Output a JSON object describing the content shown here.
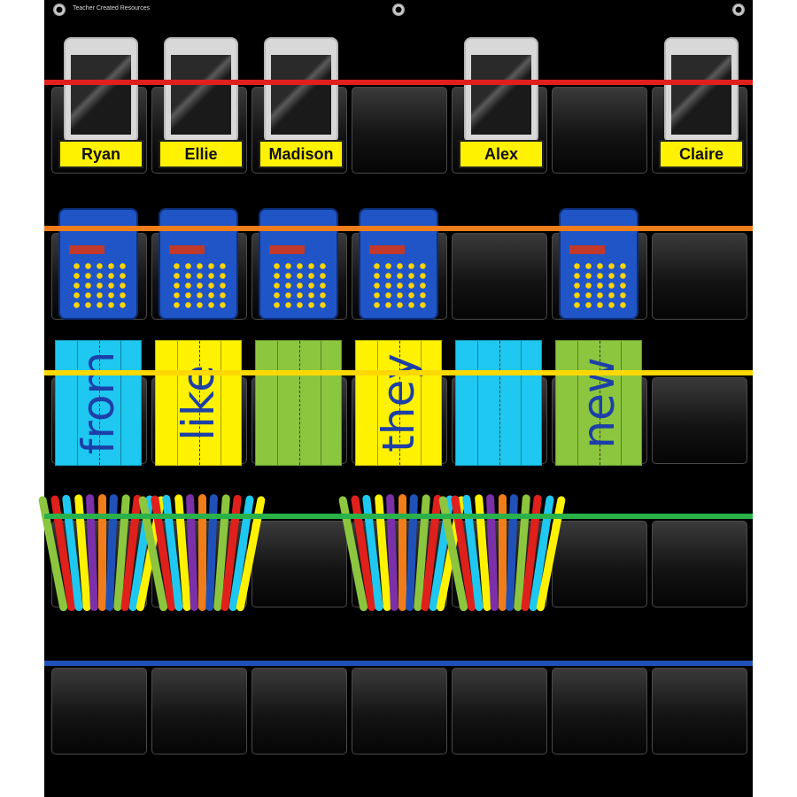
{
  "brand": "Teacher Created Resources",
  "colors": {
    "background": "#000000",
    "strip_red": "#e0201b",
    "strip_orange": "#f07d1a",
    "strip_yellow": "#ffd800",
    "strip_green": "#2ab24a",
    "strip_blue": "#2051b8",
    "card_yellow": "#fff200",
    "word_blue": "#1c3fa8"
  },
  "rows": [
    {
      "strip_color": "strip_red",
      "items": [
        {
          "kind": "phone",
          "name": "Ryan"
        },
        {
          "kind": "phone",
          "name": "Ellie"
        },
        {
          "kind": "phone",
          "name": "Madison"
        },
        {
          "kind": "empty"
        },
        {
          "kind": "phone",
          "name": "Alex"
        },
        {
          "kind": "empty"
        },
        {
          "kind": "phone",
          "name": "Claire"
        }
      ]
    },
    {
      "strip_color": "strip_orange",
      "items": [
        {
          "kind": "calculator"
        },
        {
          "kind": "calculator"
        },
        {
          "kind": "calculator"
        },
        {
          "kind": "calculator"
        },
        {
          "kind": "empty"
        },
        {
          "kind": "calculator"
        },
        {
          "kind": "empty"
        }
      ]
    },
    {
      "strip_color": "strip_yellow",
      "items": [
        {
          "kind": "word_card",
          "word": "from",
          "card_color": "#1ec8f0"
        },
        {
          "kind": "word_card",
          "word": "like",
          "card_color": "#fff200"
        },
        {
          "kind": "word_card",
          "word": "",
          "card_color": "#8cc63f"
        },
        {
          "kind": "word_card",
          "word": "they",
          "card_color": "#fff200"
        },
        {
          "kind": "word_card",
          "word": "",
          "card_color": "#1ec8f0"
        },
        {
          "kind": "word_card",
          "word": "new",
          "card_color": "#8cc63f"
        },
        {
          "kind": "empty"
        }
      ]
    },
    {
      "strip_color": "strip_green",
      "items": [
        {
          "kind": "craft_sticks"
        },
        {
          "kind": "craft_sticks"
        },
        {
          "kind": "empty"
        },
        {
          "kind": "craft_sticks"
        },
        {
          "kind": "craft_sticks"
        },
        {
          "kind": "empty"
        },
        {
          "kind": "empty"
        }
      ]
    },
    {
      "strip_color": "strip_blue",
      "items": [
        {
          "kind": "empty"
        },
        {
          "kind": "empty"
        },
        {
          "kind": "empty"
        },
        {
          "kind": "empty"
        },
        {
          "kind": "empty"
        },
        {
          "kind": "empty"
        },
        {
          "kind": "empty"
        }
      ]
    }
  ],
  "stick_colors": [
    "#8cc63f",
    "#e0201b",
    "#1ec8f0",
    "#fff200",
    "#7b2fa8",
    "#f07d1a",
    "#2051b8"
  ]
}
